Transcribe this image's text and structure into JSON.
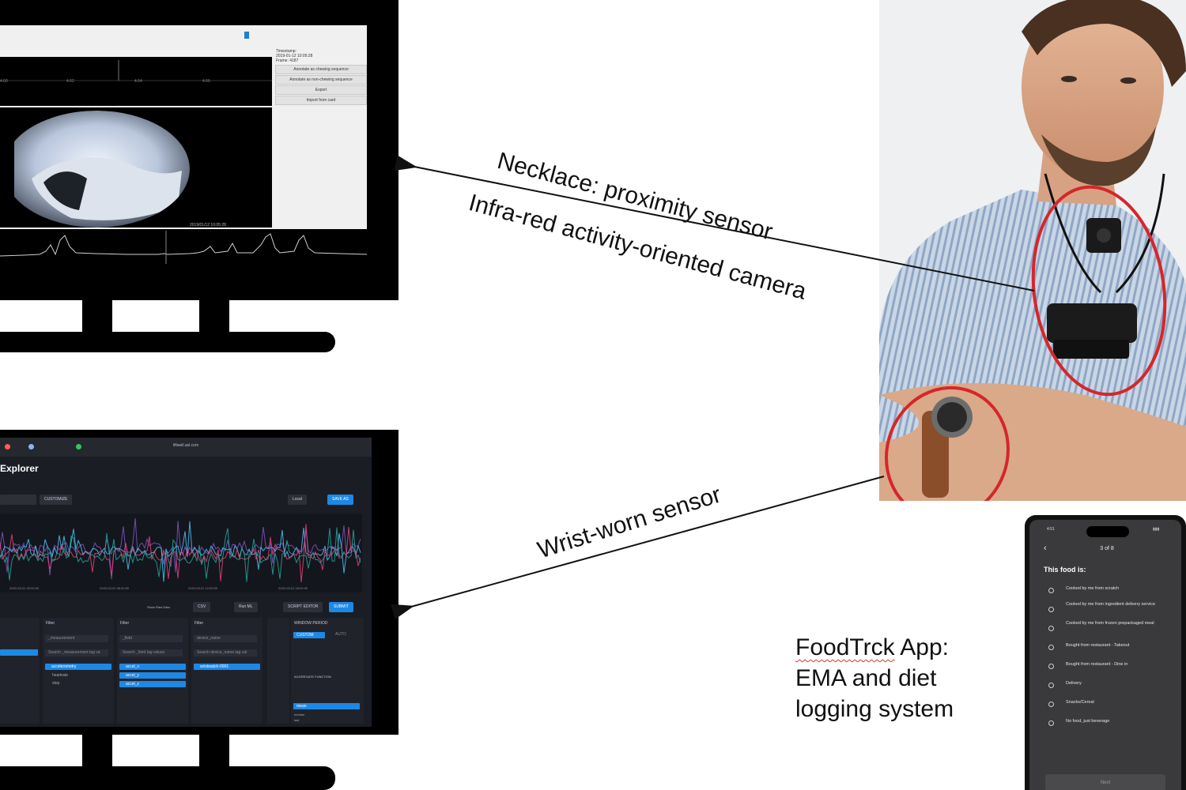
{
  "annotations": {
    "necklace_label": "Necklace: proximity sensor",
    "camera_label": "Infra-red activity-oriented camera",
    "wrist_label": "Wrist-worn sensor",
    "app_label": {
      "line1_word1": "FoodTrck",
      "line1_word2": "App:",
      "line2": "EMA and diet",
      "line3": "logging system"
    }
  },
  "colors": {
    "circle": "#d6262a",
    "monitor_frame": "#000000",
    "accent_blue": "#1e88e5"
  },
  "monitor_top": {
    "icons": [
      "video-frame",
      "signal-trace"
    ],
    "info_lines": [
      "Timestamp:",
      "2019-01-12 10:05:28",
      "Frame: 4187"
    ],
    "buttons": [
      "Annotate as chewing sequence",
      "Annotate as non-chewing sequence",
      "Export",
      "Import from card"
    ],
    "timeline_ticks": [
      "4.60",
      "4.62",
      "4.64",
      "4.66"
    ],
    "video_timestamp": "2019/01/12 10:05:28"
  },
  "monitor_bottom": {
    "url": "liftwell.asl.com",
    "page_title": "Explorer",
    "top_chips": [
      "CUSTOMIZE",
      "Local",
      "SAVE AS"
    ],
    "chart_axis_labels": [
      "2020-03-01 00:00:00",
      "2020-03-01 06:00:00",
      "2020-03-01 12:00:00",
      "2020-03-01 18:00:00"
    ],
    "toolbar": [
      "Show Raw Data",
      "CSV",
      "Run ML",
      "SCRIPT EDITOR",
      "SUBMIT"
    ],
    "columns": [
      {
        "head": "Filter",
        "input": "_measurement",
        "search": "Search _measurement tag va",
        "selected": [
          "accelerometry"
        ],
        "others": [
          "heartrate",
          "step"
        ]
      },
      {
        "head": "Filter",
        "input": "_field",
        "search": "Search _field tag values",
        "selected": [
          "accel_x",
          "accel_y",
          "accel_z"
        ],
        "others": []
      },
      {
        "head": "Filter",
        "input": "device_name",
        "search": "Search device_name tag val",
        "selected": [
          "wristwatch-0001"
        ],
        "others": []
      }
    ],
    "window_period_label": "WINDOW PERIOD",
    "window_options": [
      "CUSTOM",
      "AUTO"
    ],
    "aggregate_label": "AGGREGATE FUNCTION",
    "aggregate_values": [
      "mean",
      "median",
      "last"
    ]
  },
  "phone": {
    "time": "4:51",
    "back_glyph": "‹",
    "counter": "3 of 8",
    "question": "This food is:",
    "options": [
      "Cooked by me from scratch",
      "Cooked by me from ingredient delivery service",
      "Cooked by me from frozen prepackaged meal",
      "Bought from restaurant - Takeout",
      "Bought from restaurant - Dine in",
      "Delivery",
      "Snacks/Cereal",
      "No food, just beverage"
    ],
    "next": "Next"
  }
}
